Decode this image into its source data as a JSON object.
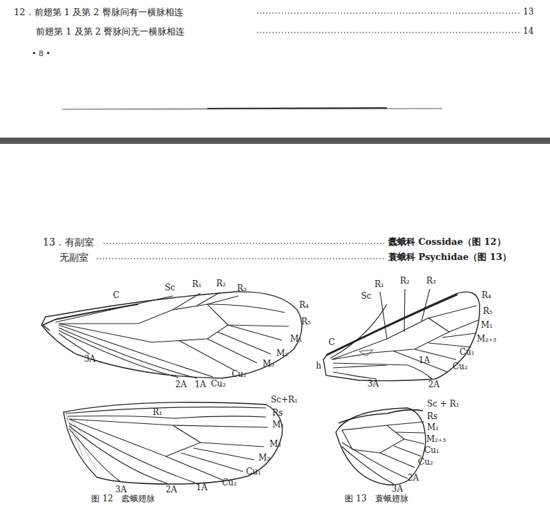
{
  "diagram": {
    "labels": [
      "12．前翅第 1 及第 2 臀脉间有一横脉相连",
      "13",
      "前翅第 1 及第 2 臀脉间无一横脉相连",
      "14",
      "• 8 •",
      "13．有副室",
      "蠹蛾科 Cossidae（图 12）",
      "无副室",
      "蓑蛾科 Psychidae（图 13）",
      "C",
      "Sc",
      "R₁",
      "R₂",
      "R₃",
      "R₄",
      "R₅",
      "M₁",
      "M₂",
      "M₃",
      "Cu₁",
      "Cu₂",
      "1A",
      "2A",
      "3A",
      "R₁",
      "Sc+R₁",
      "Rs",
      "M₁",
      "M₂",
      "M₃",
      "Cu₁",
      "Cu₂",
      "1A",
      "2A",
      "3A",
      "图 12　蠹蛾翅脉",
      "R₁",
      "R₂",
      "R₃",
      "Sc",
      "R₄",
      "R₅",
      "M₁",
      "M₂₊₃",
      "Cu₁",
      "Cu₂",
      "2A",
      "1A",
      "3A",
      "C",
      "h",
      "Sc + R₁",
      "Rs",
      "M₁",
      "M₂₊₃",
      "Cu₁",
      "Cu₂",
      "2A",
      "3A",
      "图 13　蓑蛾翅脉"
    ]
  }
}
